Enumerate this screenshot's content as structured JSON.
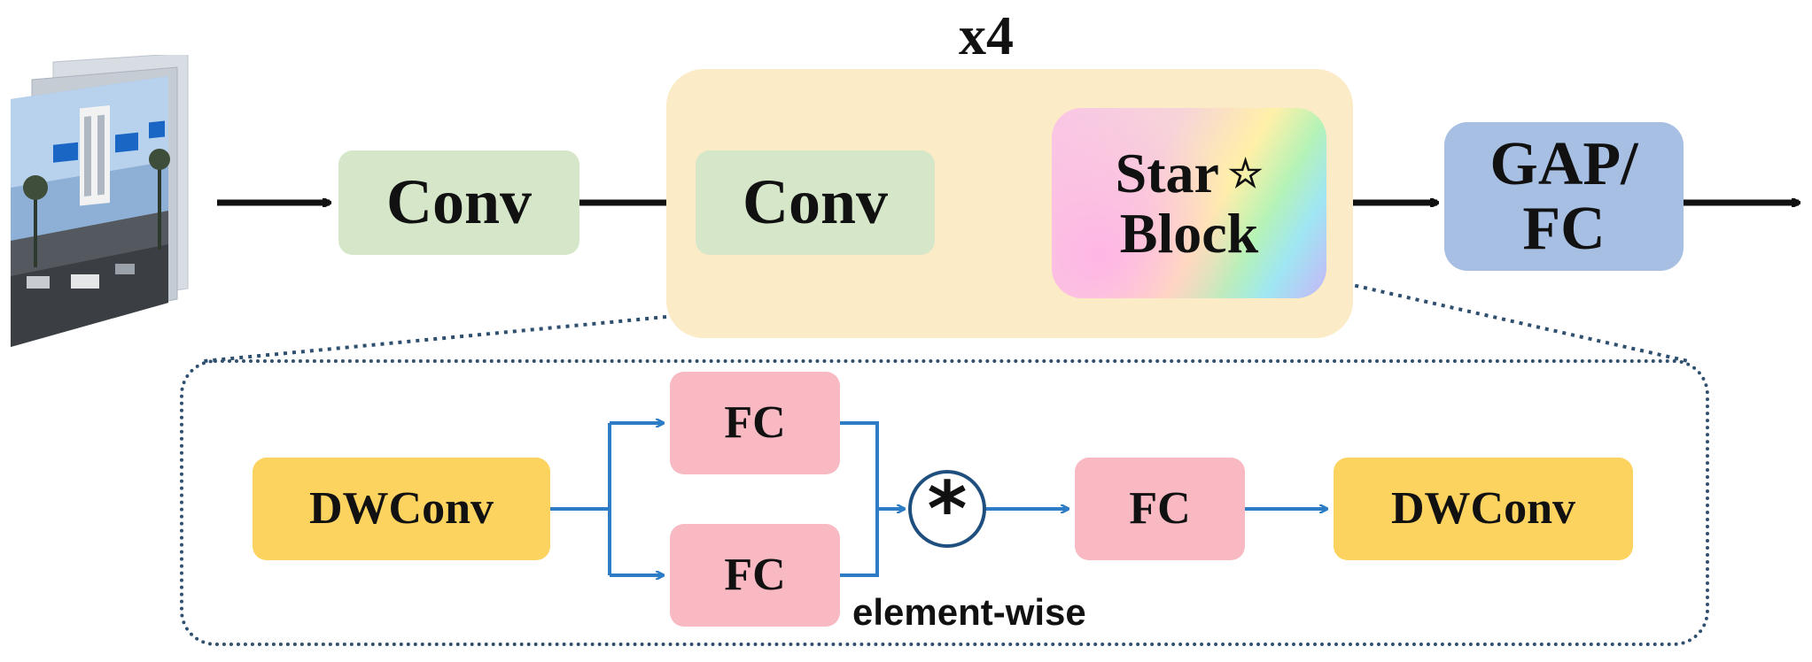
{
  "top_row": {
    "repeat_label": "x4",
    "conv_1": "Conv",
    "conv_2": "Conv",
    "star_block_line1": "Star",
    "star_block_symbol": "☆",
    "star_block_line2": "Block",
    "gap_fc_line1": "GAP/",
    "gap_fc_line2": "FC"
  },
  "star_block_detail": {
    "dwconv_in": "DWConv",
    "fc_top": "FC",
    "fc_bottom": "FC",
    "multiply_symbol": "*",
    "elementwise_label": "element-wise",
    "fc_after": "FC",
    "dwconv_out": "DWConv"
  },
  "colors": {
    "conv": "#d5e7c8",
    "repeat_region": "#fcebc7",
    "gap_fc": "#a7bfe2",
    "dwconv": "#fdd35f",
    "fc": "#f8b9c3",
    "arrow_top": "#111111",
    "arrow_detail": "#2e7cc6",
    "dotted": "#2f4f6f"
  },
  "icons": {
    "input": "input-image-stack-icon",
    "operator": "element-wise-multiply-icon"
  }
}
